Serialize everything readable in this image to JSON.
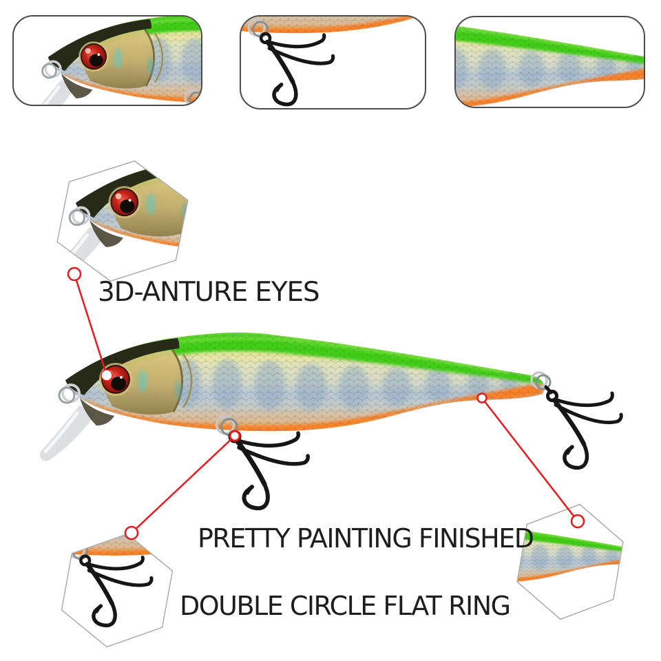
{
  "labels": {
    "eyes_feature": "3D-ANTURE EYES",
    "painting_feature": "PRETTY PAINTING FINISHED",
    "ring_feature": "DOUBLE CIRCLE FLAT RING"
  },
  "colors": {
    "back_green": "#3fcd15",
    "flank_yellow": "#e8e7a4",
    "flank_silver_blue": "#a9bdd2",
    "belly_orange": "#f87f28",
    "eye_red": "#c32218",
    "head_dark": "#262a17",
    "lip_clear": "#d7dbdd",
    "hook_black": "#161616",
    "ring_silver": "#c4c8cc",
    "leader_red": "#e8191c",
    "panel_border": "#4b4b4b",
    "hexagon_border": "#a2a2a2",
    "label_text": "#1e1e1e",
    "background": "#ffffff"
  },
  "insets": {
    "top_left": "lure-head-closeup",
    "top_middle": "treble-hook-closeup",
    "top_right": "body-scale-pattern-closeup",
    "middle_left_hex": "head-eye-closeup",
    "bottom_left_hex": "hook-split-ring-closeup",
    "bottom_right_hex": "tail-pattern-closeup"
  }
}
